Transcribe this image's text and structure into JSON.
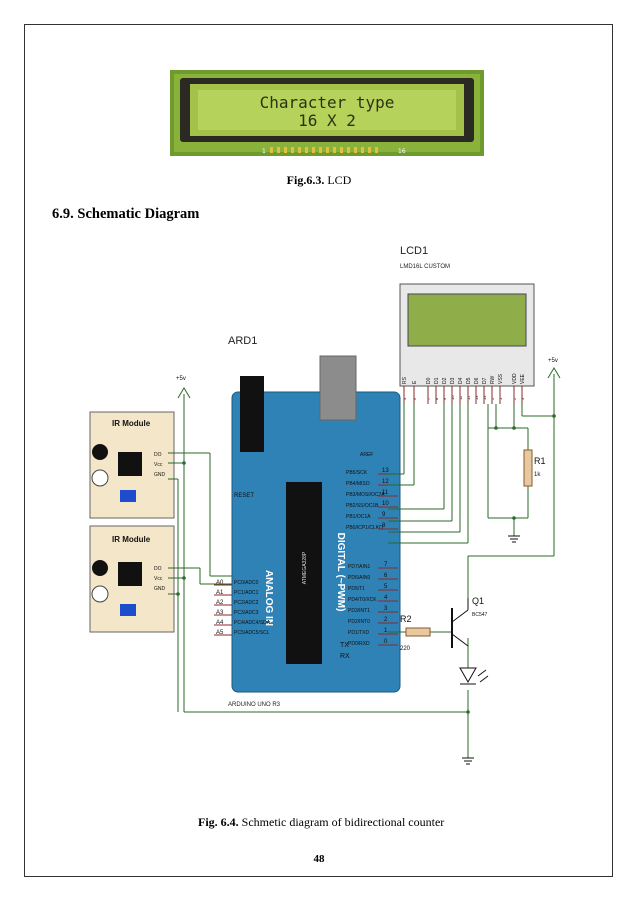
{
  "lcd_photo": {
    "line1": "Character type",
    "line2": "16 X 2",
    "pin_start": "1",
    "pin_end": "16"
  },
  "caption_lcd": {
    "label": "Fig.6.3.",
    "text": " LCD"
  },
  "section_title": "6.9. Schematic Diagram",
  "schematic": {
    "lcd_ref": "LCD1",
    "lcd_model": "LMD16L CUSTOM",
    "lcd_pins": [
      "RS",
      "E",
      "D0",
      "D1",
      "D2",
      "D3",
      "D4",
      "D5",
      "D6",
      "D7",
      "RW",
      "VSS",
      "VDD",
      "VEE"
    ],
    "lcd_pin_numbers": [
      "4",
      "6",
      "7",
      "8",
      "9",
      "10",
      "11",
      "12",
      "13",
      "14",
      "5",
      "1",
      "2",
      "3"
    ],
    "arduino_ref": "ARD1",
    "arduino_model": "ARDUINO UNO R3",
    "chip_label": "ATMEGA328P",
    "aref": "AREF",
    "reset": "RESET",
    "analog_in": "ANALOG IN",
    "digital": "DIGITAL (~PWM)",
    "analog_pins": [
      {
        "pin": "A0",
        "name": "PC0/ADC0"
      },
      {
        "pin": "A1",
        "name": "PC1/ADC1"
      },
      {
        "pin": "A2",
        "name": "PC2/ADC2"
      },
      {
        "pin": "A3",
        "name": "PC3/ADC3"
      },
      {
        "pin": "A4",
        "name": "PC4/ADC4/SDA"
      },
      {
        "pin": "A5",
        "name": "PC5/ADC5/SCL"
      }
    ],
    "digital_pins_top": [
      {
        "num": "13",
        "name": "PB5/SCK"
      },
      {
        "num": "12",
        "name": "PB4/MISO"
      },
      {
        "num": "11",
        "name": "PB3/MOSI/OC2A"
      },
      {
        "num": "10",
        "name": "PB2/SS/OC1B"
      },
      {
        "num": "9",
        "name": "PB1/OC1A"
      },
      {
        "num": "8",
        "name": "PB0/ICP1/CLKO"
      }
    ],
    "digital_pins_bottom": [
      {
        "num": "7",
        "name": "PD7/AIN1"
      },
      {
        "num": "6",
        "name": "PD6/AIN0"
      },
      {
        "num": "5",
        "name": "PD5/T1"
      },
      {
        "num": "4",
        "name": "PD4/T0/XCK"
      },
      {
        "num": "3",
        "name": "PD3/INT1"
      },
      {
        "num": "2",
        "name": "PD2/INT0"
      },
      {
        "num": "1",
        "name": "PD1/TXD"
      },
      {
        "num": "0",
        "name": "PD0/RXD"
      }
    ],
    "tx": "TX",
    "rx": "RX",
    "ir_module_title": "IR Module",
    "ir_pins": [
      "DO",
      "Vcc",
      "GND"
    ],
    "supply_label": "+5v",
    "r1_ref": "R1",
    "r1_value": "1k",
    "r2_ref": "R2",
    "r2_value": "220",
    "q1_ref": "Q1",
    "q1_model": "BC547"
  },
  "caption_schematic": {
    "label": "Fig. 6.4.",
    "text": " Schmetic diagram of bidirectional counter"
  },
  "page_number": "48"
}
